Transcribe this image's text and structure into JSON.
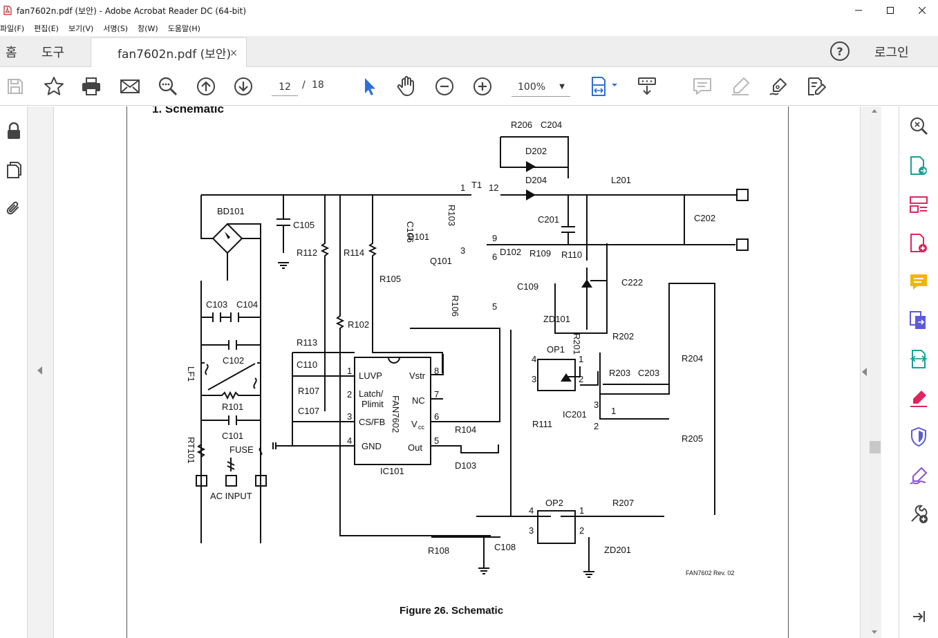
{
  "window": {
    "title": "fan7602n.pdf (보안) - Adobe Acrobat Reader DC (64-bit)",
    "controls": [
      "minimize",
      "maximize",
      "close"
    ]
  },
  "menu": {
    "items": [
      "파일(F)",
      "편집(E)",
      "보기(V)",
      "서명(S)",
      "창(W)",
      "도움말(H)"
    ]
  },
  "tabs": {
    "home": "홈",
    "tools": "도구",
    "document": "fan7602n.pdf (보안)",
    "close_glyph": "×",
    "help_glyph": "?",
    "login": "로그인"
  },
  "toolbar": {
    "page_current": "12",
    "page_sep": "/",
    "page_total": "18",
    "zoom": "100%"
  },
  "document": {
    "section_title": "1. Schematic",
    "figure_caption": "Figure 26. Schematic",
    "revision": "FAN7602 Rev. 02",
    "labels": {
      "bd101": "BD101",
      "c105": "C105",
      "r112": "R112",
      "r114": "R114",
      "c106": "C106",
      "r103": "R103",
      "d101": "D101",
      "t1": "T1",
      "pin1": "1",
      "pin12": "12",
      "pin9": "9",
      "pin3": "3",
      "pin6": "6",
      "pin5": "5",
      "q101": "Q101",
      "r105": "R105",
      "r106": "R106",
      "r206": "R206",
      "c204": "C204",
      "d202": "D202",
      "d204": "D204",
      "l201": "L201",
      "c201": "C201",
      "c202": "C202",
      "d102": "D102",
      "r109": "R109",
      "r110": "R110",
      "c109": "C109",
      "zd101": "ZD101",
      "c222": "C222",
      "c103": "C103",
      "c104": "C104",
      "c102": "C102",
      "lf1": "LF1",
      "r101": "R101",
      "c101": "C101",
      "rt101": "RT101",
      "fuse": "FUSE",
      "ac_input": "AC INPUT",
      "r102": "R102",
      "r113": "R113",
      "c110": "C110",
      "r107": "R107",
      "c107": "C107",
      "ic_luvp": "LUVP",
      "ic_latch": "Latch/",
      "ic_plimit": "Plimit",
      "ic_csfb": "CS/FB",
      "ic_gnd": "GND",
      "ic_vstr": "Vstr",
      "ic_nc": "NC",
      "ic_vcc": "V",
      "ic_vcc_sub": "cc",
      "ic_out": "Out",
      "ic_name": "FAN7602",
      "ic101": "IC101",
      "ic_p1": "1",
      "ic_p2": "2",
      "ic_p3": "3",
      "ic_p4": "4",
      "ic_p5": "5",
      "ic_p6": "6",
      "ic_p7": "7",
      "ic_p8": "8",
      "r104": "R104",
      "d103": "D103",
      "r201": "R201",
      "r202": "R202",
      "op1": "OP1",
      "op1_p4": "4",
      "op1_p3": "3",
      "op1_p1": "1",
      "op1_p2": "2",
      "r203": "R203",
      "c203": "C203",
      "r204": "R204",
      "ic201": "IC201",
      "ic201_p3": "3",
      "ic201_p1": "1",
      "ic201_p2": "2",
      "r205": "R205",
      "r111": "R111",
      "op2": "OP2",
      "op2_p4": "4",
      "op2_p3": "3",
      "op2_p1": "1",
      "op2_p2": "2",
      "r207": "R207",
      "r108": "R108",
      "c108": "C108",
      "zd201": "ZD201"
    }
  },
  "colors": {
    "accent_blue": "#2d6fd6",
    "annot_red": "#e0245e",
    "comment_yellow": "#f5b400",
    "teal": "#1aa095",
    "purple": "#8a4fd1",
    "disabled": "#b8b8b8"
  }
}
